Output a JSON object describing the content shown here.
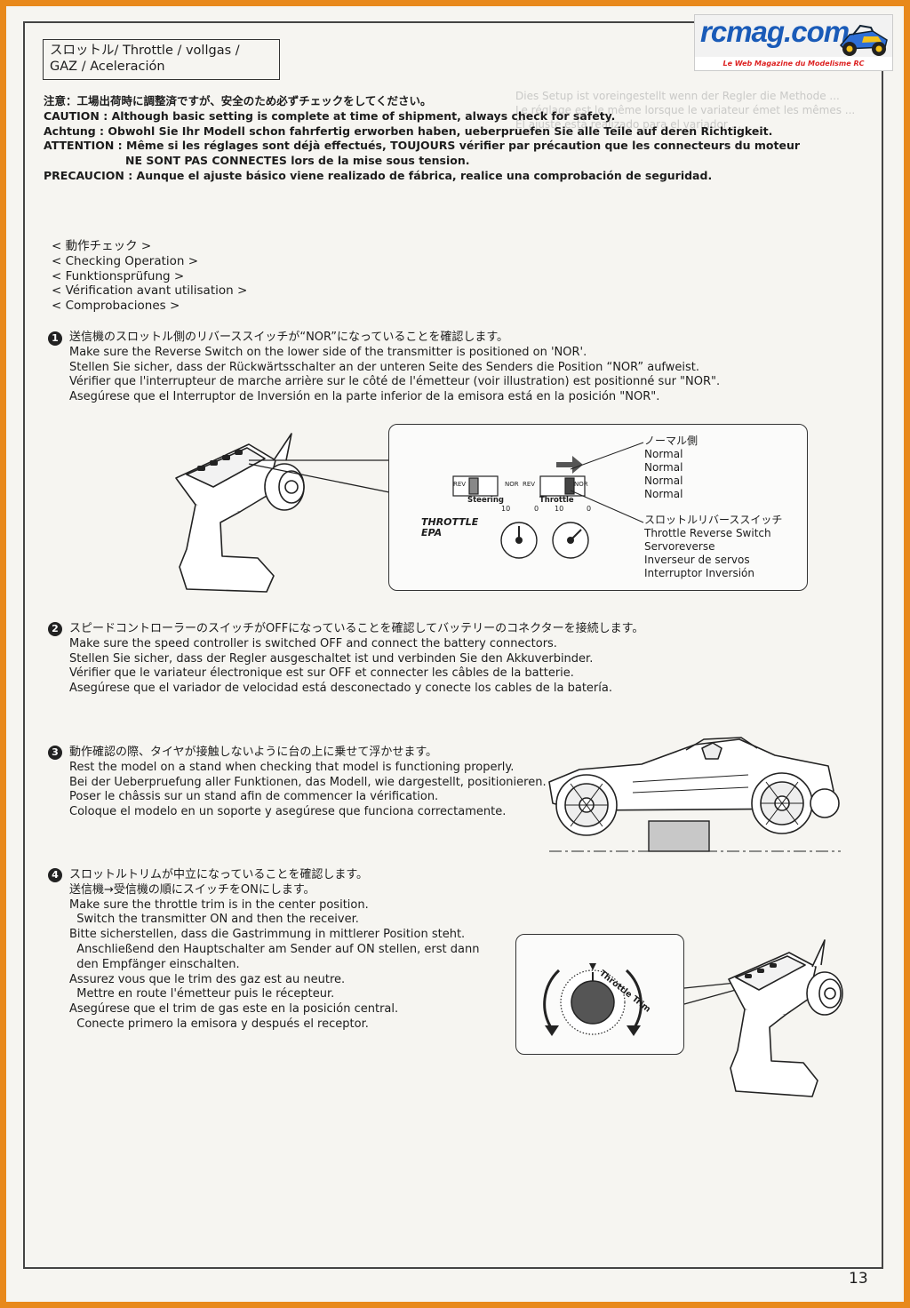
{
  "logo": {
    "brand": "rcmag.com",
    "tagline": "Le Web Magazine du Modelisme RC"
  },
  "section_title": {
    "line1": "スロットル/  Throttle / vollgas /",
    "line2": "GAZ  / Aceleración"
  },
  "caution": [
    "注意：工場出荷時に調整済ですが、安全のため必ずチェックをしてください。",
    "CAUTION : Although basic setting is complete at time of shipment, always check for safety.",
    "Achtung : Obwohl Sie Ihr Modell schon fahrfertig erworben haben, ueberpruefen Sie alle Teile auf deren Richtigkeit.",
    "ATTENTION : Même si les réglages sont déjà effectués, TOUJOURS vérifier par précaution que les connecteurs du moteur",
    "NE SONT PAS CONNECTES lors de la mise sous tension.",
    "PRECAUCION : Aunque el ajuste básico viene realizado de fábrica, realice una comprobación de seguridad."
  ],
  "checking": [
    "< 動作チェック >",
    "< Checking Operation >",
    "< Funktionsprüfung >",
    "< Vérification avant utilisation >",
    "< Comprobaciones >"
  ],
  "steps": [
    {
      "num": "1",
      "lines": [
        "送信機のスロットル側のリバーススイッチが“NOR”になっていることを確認します。",
        "Make sure the Reverse Switch on the lower side of the transmitter is positioned on 'NOR'.",
        "Stellen Sie sicher, dass der Rückwärtsschalter an der unteren Seite des Senders die Position “NOR” aufweist.",
        "Vérifier que l'interrupteur de marche arrière sur le côté de l'émetteur (voir illustration) est positionné sur \"NOR\".",
        "Asegúrese que el Interruptor de Inversión en la parte inferior de la emisora está en la posición \"NOR\"."
      ]
    },
    {
      "num": "2",
      "lines": [
        "スピードコントローラーのスイッチがOFFになっていることを確認してバッテリーのコネクターを接続します。",
        "Make sure the speed controller is switched OFF and connect the battery connectors.",
        "Stellen Sie sicher, dass der Regler ausgeschaltet ist und verbinden Sie den Akkuverbinder.",
        "Vérifier que le variateur électronique est sur OFF et connecter les câbles de la batterie.",
        "Asegúrese que el variador de velocidad está desconectado y conecte los cables de la batería."
      ]
    },
    {
      "num": "3",
      "lines": [
        "動作確認の際、タイヤが接触しないように台の上に乗せて浮かせます。",
        "Rest the model on a stand when checking that model is functioning properly.",
        "Bei der Ueberpruefung aller Funktionen, das Modell, wie dargestellt, positionieren.",
        "Poser le châssis sur un stand afin de commencer la vérification.",
        "Coloque el modelo en un soporte y asegúrese que funciona correctamente."
      ]
    },
    {
      "num": "4",
      "lines": [
        "スロットルトリムが中立になっていることを確認します。",
        "送信機→受信機の順にスイッチをONにします。",
        "Make sure the throttle trim is in the center position.",
        "  Switch the transmitter ON and then the receiver.",
        "Bitte sicherstellen, dass die Gastrimmung in mittlerer Position steht.",
        "  Anschließend den Hauptschalter am Sender auf ON stellen, erst dann",
        "  den Empfänger einschalten.",
        "Assurez vous que le trim des gaz est au neutre.",
        "  Mettre en route l'émetteur puis le récepteur.",
        "Asegúrese que el trim de gas este en la posición central.",
        "  Conecte primero la emisora y después el receptor."
      ]
    }
  ],
  "callout_switch": {
    "rev": "REV",
    "nor": "NOR",
    "steering": "Steering",
    "throttle": "Throttle",
    "epa": "THROTTLE EPA",
    "dial_max": "10",
    "dial_min": "0",
    "normal_labels": [
      "ノーマル側",
      "Normal",
      "Normal",
      "Normal",
      "Normal"
    ],
    "reverse_labels": [
      "スロットルリバーススイッチ",
      "Throttle Reverse Switch",
      "Servoreverse",
      "Inverseur de servos",
      "Interruptor Inversión"
    ]
  },
  "callout_trim": {
    "label": "Throttle Trim"
  },
  "page_number": "13"
}
